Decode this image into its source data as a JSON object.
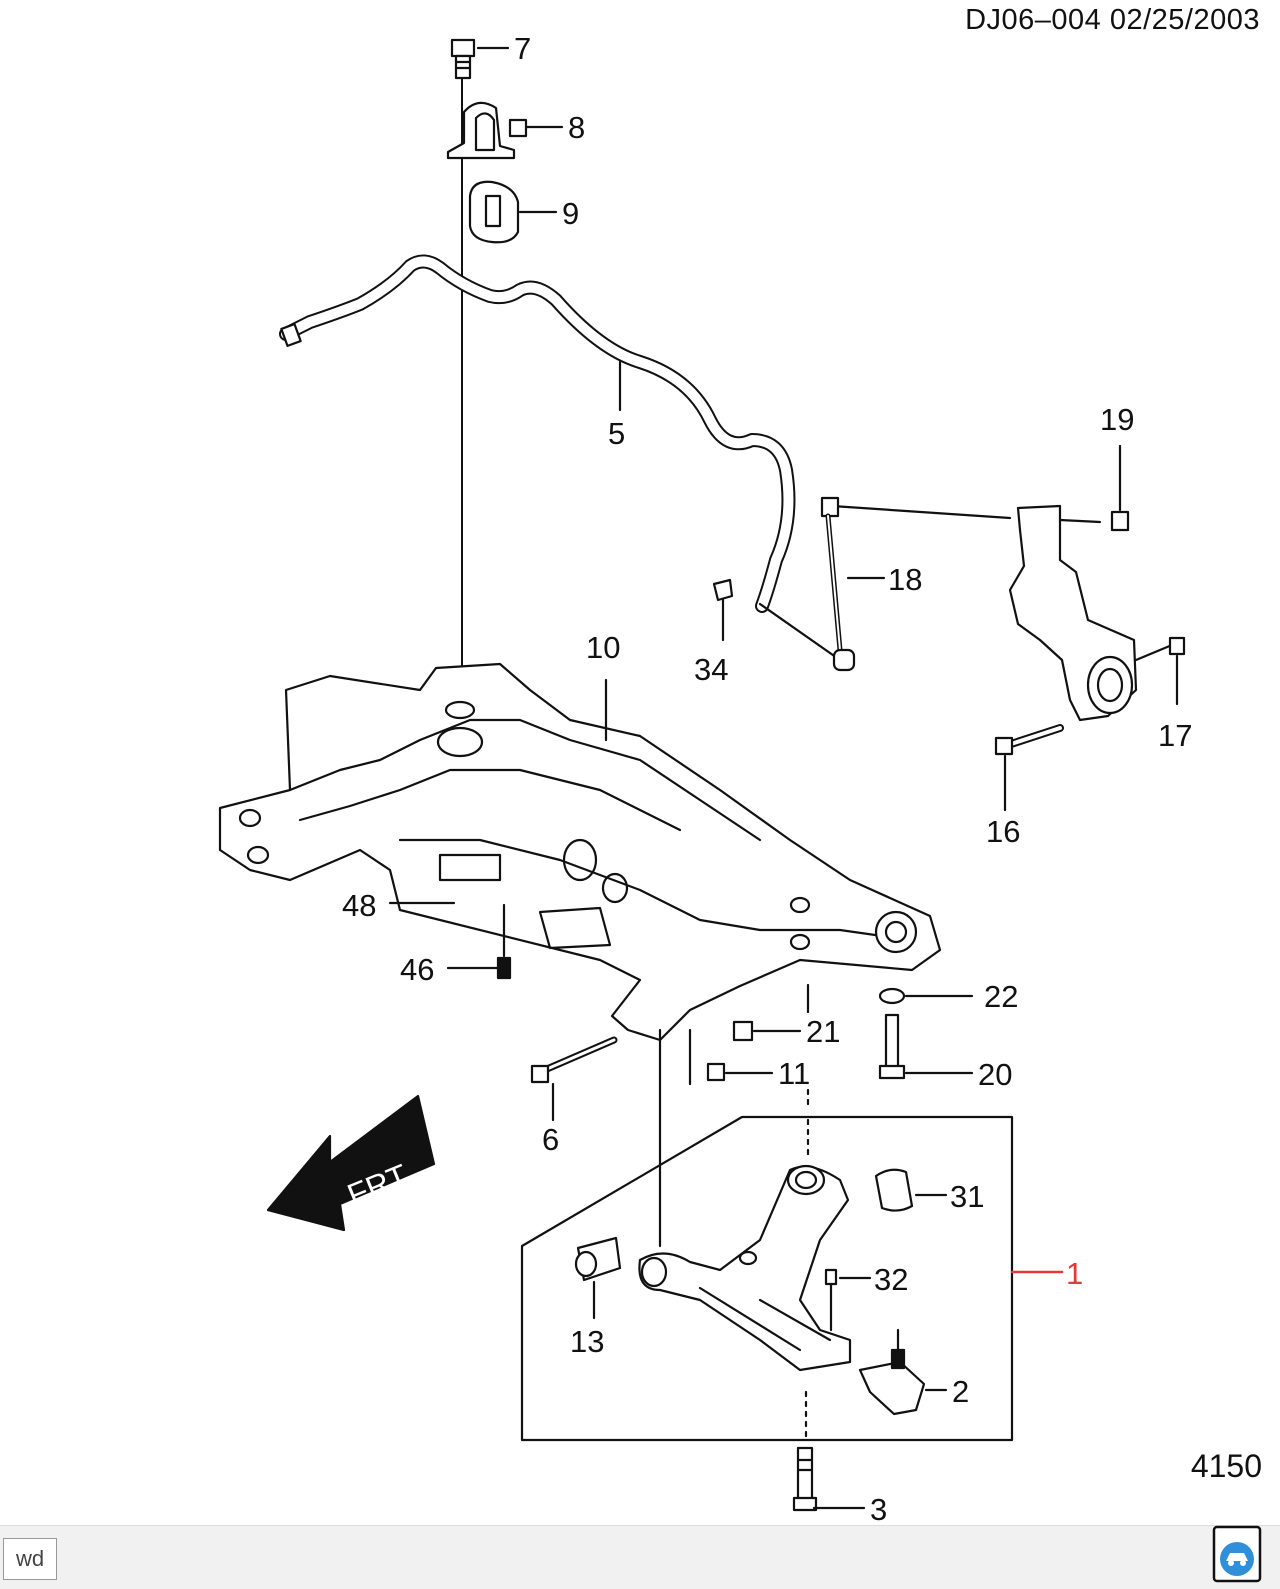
{
  "header": {
    "code": "DJ06–004  02/25/2003"
  },
  "sheet_number": "4150",
  "frt_arrow_label": "FRT",
  "callouts": [
    {
      "id": "c7",
      "label": "7"
    },
    {
      "id": "c8",
      "label": "8"
    },
    {
      "id": "c9",
      "label": "9"
    },
    {
      "id": "c5",
      "label": "5"
    },
    {
      "id": "c19",
      "label": "19"
    },
    {
      "id": "c18",
      "label": "18"
    },
    {
      "id": "c34",
      "label": "34"
    },
    {
      "id": "c10",
      "label": "10"
    },
    {
      "id": "c17",
      "label": "17"
    },
    {
      "id": "c16",
      "label": "16"
    },
    {
      "id": "c48",
      "label": "48"
    },
    {
      "id": "c46",
      "label": "46"
    },
    {
      "id": "c22",
      "label": "22"
    },
    {
      "id": "c21",
      "label": "21"
    },
    {
      "id": "c11",
      "label": "11"
    },
    {
      "id": "c20",
      "label": "20"
    },
    {
      "id": "c6",
      "label": "6"
    },
    {
      "id": "c31",
      "label": "31"
    },
    {
      "id": "c1",
      "label": "1"
    },
    {
      "id": "c32",
      "label": "32"
    },
    {
      "id": "c13",
      "label": "13"
    },
    {
      "id": "c2",
      "label": "2"
    },
    {
      "id": "c3",
      "label": "3"
    }
  ],
  "footer": {
    "badge": "wd",
    "logo_icon": "car-service-icon"
  },
  "colors": {
    "line": "#111111",
    "highlight": "#e23a3a",
    "background": "#ffffff"
  }
}
